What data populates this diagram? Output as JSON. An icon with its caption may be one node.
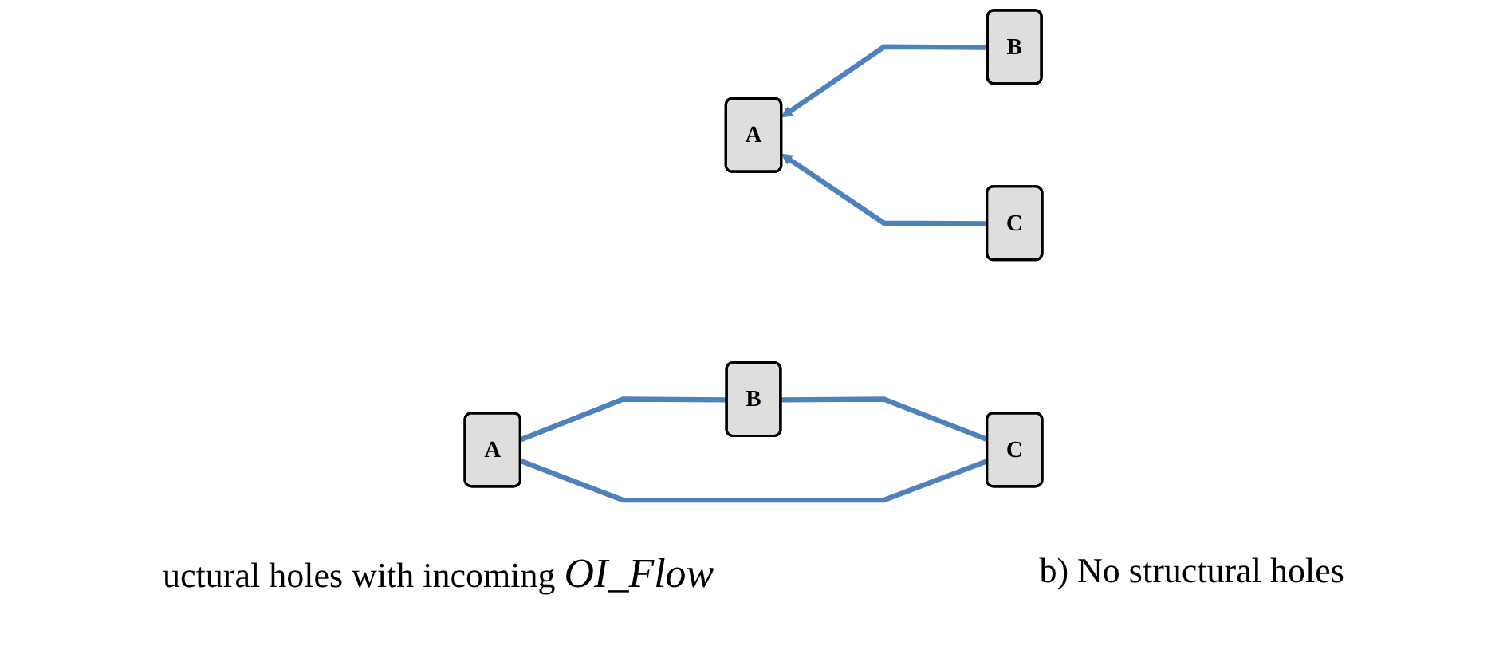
{
  "diagram": {
    "nodes": [
      {
        "text": [
          "A"
        ]
      },
      {
        "text": [
          "B"
        ]
      },
      {
        "text": [
          "C"
        ]
      },
      {
        "text": [
          "A"
        ]
      },
      {
        "text": [
          "B"
        ]
      },
      {
        "text": [
          "C"
        ]
      }
    ],
    "edges": [
      {
        "from": 1,
        "to": 0,
        "arrow": "to"
      },
      {
        "from": 2,
        "to": 0,
        "arrow": "to"
      },
      {
        "from": 3,
        "to": 4,
        "arrow": "none"
      },
      {
        "from": 3,
        "to": 5,
        "arrow": "none"
      },
      {
        "from": 4,
        "to": 5,
        "arrow": "none"
      }
    ],
    "labels": [
      "uctural holes with incoming *OI_Flow*",
      "b) No structural holes"
    ]
  }
}
